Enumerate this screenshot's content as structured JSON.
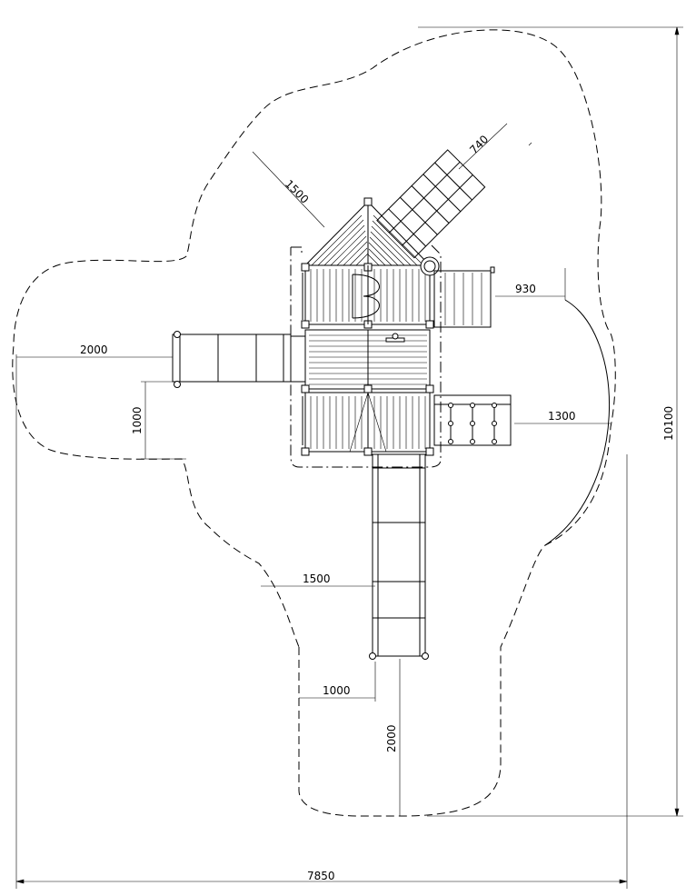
{
  "dimensions": {
    "overall_width": "7850",
    "overall_height": "10100",
    "roof_clearance": "1500",
    "climbing_net_width": "740",
    "ramp_clearance": "930",
    "monkey_bars_clearance": "1300",
    "left_slide_clearance": "2000",
    "left_slide_width": "1000",
    "main_slide_side_clearance": "1500",
    "main_slide_half_width": "1000",
    "main_slide_end_clearance": "2000"
  }
}
